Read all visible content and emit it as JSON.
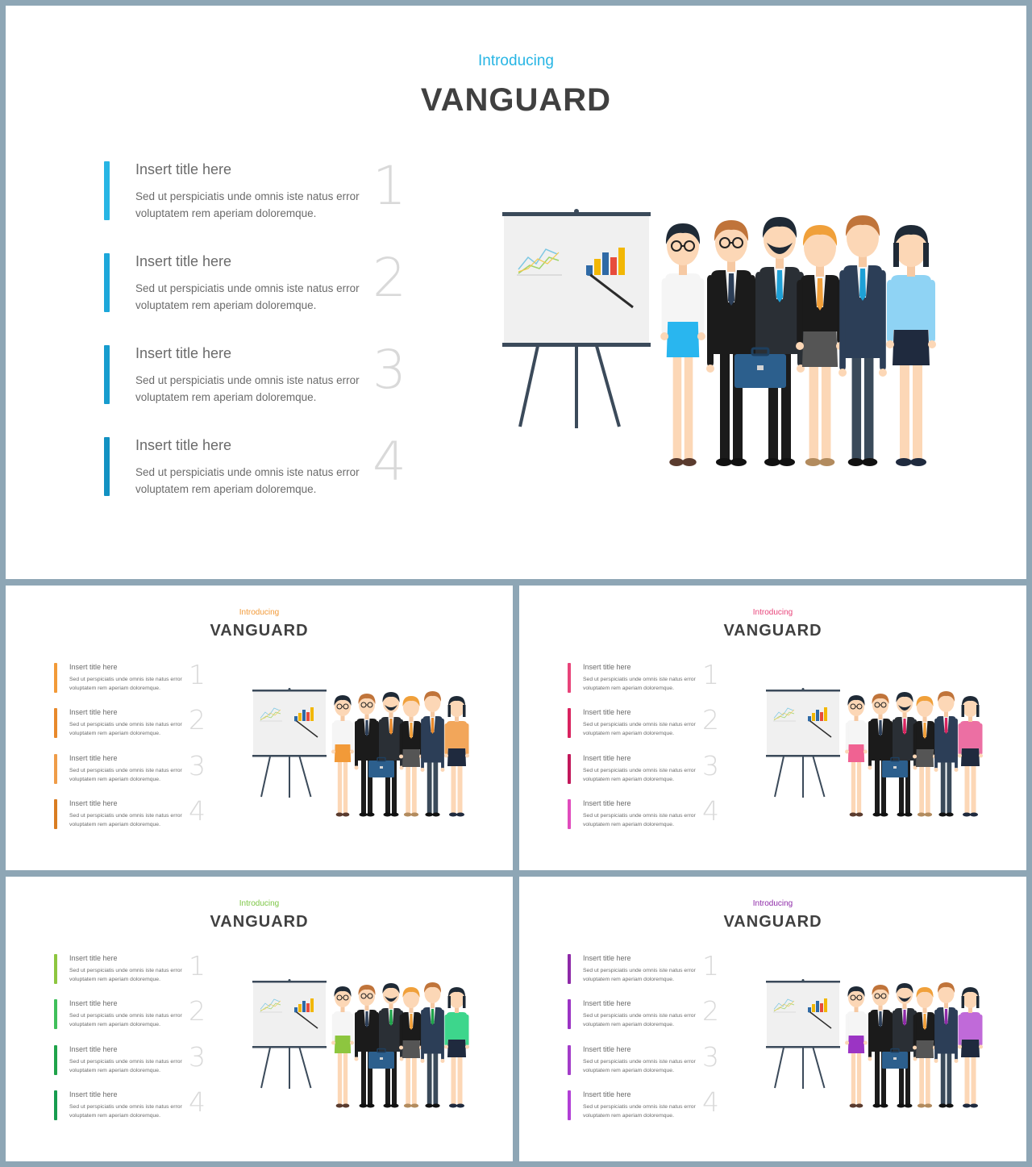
{
  "slides": [
    {
      "id": "main",
      "kicker": "Introducing",
      "title": "VANGUARD",
      "colors": {
        "kicker": "#27b5e4",
        "bars": [
          "#27b5e4",
          "#1da7da",
          "#179cce",
          "#1291c2"
        ],
        "skirt": "#29b6ef",
        "top": "#f5f5f5",
        "accentTop": "#8fd3f4",
        "accentTie": "#1ea0d6"
      }
    },
    {
      "id": "orange",
      "kicker": "Introducing",
      "title": "VANGUARD",
      "colors": {
        "kicker": "#f29a38",
        "bars": [
          "#f29a38",
          "#e8892b",
          "#ef9c48",
          "#d97d22"
        ],
        "skirt": "#f29a38",
        "top": "#f5f5f5",
        "accentTop": "#f2a65a",
        "accentTie": "#e8892b"
      }
    },
    {
      "id": "pink",
      "kicker": "Introducing",
      "title": "VANGUARD",
      "colors": {
        "kicker": "#e8447a",
        "bars": [
          "#e8447a",
          "#d9235f",
          "#c2185b",
          "#e04cbd"
        ],
        "skirt": "#f06292",
        "top": "#f5f5f5",
        "accentTop": "#ec6fa3",
        "accentTie": "#d9235f"
      }
    },
    {
      "id": "green",
      "kicker": "Introducing",
      "title": "VANGUARD",
      "colors": {
        "kicker": "#7cc644",
        "bars": [
          "#8dc63f",
          "#3fbf5a",
          "#1fa34a",
          "#169c4f"
        ],
        "skirt": "#8dc63f",
        "top": "#f5f5f5",
        "accentTop": "#3dd68c",
        "accentTie": "#1fa34a"
      }
    },
    {
      "id": "purple",
      "kicker": "Introducing",
      "title": "VANGUARD",
      "colors": {
        "kicker": "#8e2aa8",
        "bars": [
          "#8e2aa8",
          "#9b34c4",
          "#a33cc9",
          "#b23fd6"
        ],
        "skirt": "#9b34c4",
        "top": "#f5f5f5",
        "accentTop": "#c06ad9",
        "accentTie": "#8e2aa8"
      }
    }
  ],
  "items": [
    {
      "title": "Insert title here",
      "line1": "Sed ut perspiciatis unde omnis  iste natus error",
      "line2": "voluptatem rem aperiam doloremque.",
      "num": "1"
    },
    {
      "title": "Insert title here",
      "line1": "Sed ut perspiciatis unde omnis  iste natus error",
      "line2": "voluptatem rem aperiam doloremque.",
      "num": "2"
    },
    {
      "title": "Insert title here",
      "line1": "Sed ut perspiciatis unde omnis  iste natus error",
      "line2": "voluptatem rem aperiam doloremque.",
      "num": "3"
    },
    {
      "title": "Insert title here",
      "line1": "Sed ut perspiciatis unde omnis  iste natus error",
      "line2": "voluptatem rem aperiam doloremque.",
      "num": "4"
    }
  ],
  "icons": {
    "illustration": "business-team-presentation-illustration",
    "board": "presentation-easel-icon"
  }
}
